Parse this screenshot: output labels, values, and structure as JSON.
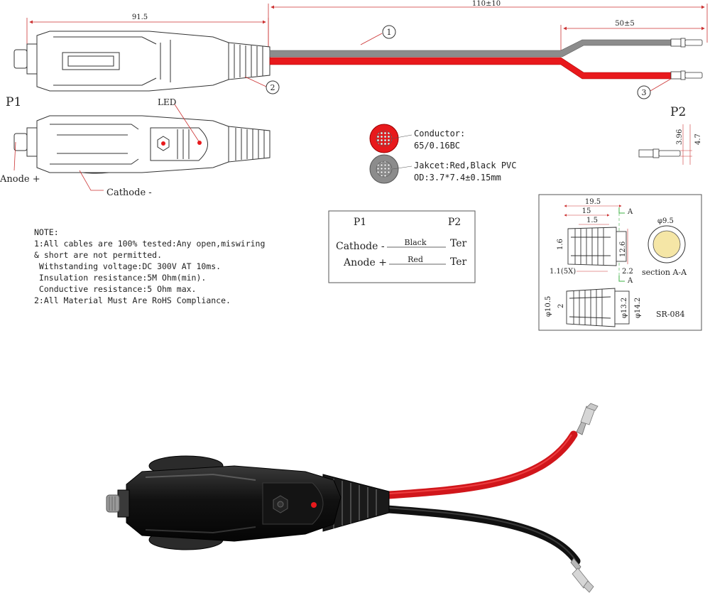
{
  "dimensions": {
    "overall_length": "110±10",
    "plug_length": "91.5",
    "split_length": "50±5",
    "terminal_w1": "3.96",
    "terminal_w2": "4.7"
  },
  "labels": {
    "p1": "P1",
    "p2": "P2",
    "led": "LED",
    "anode": "Anode +",
    "cathode": "Cathode -",
    "callout_1": "1",
    "callout_2": "2",
    "callout_3": "3"
  },
  "cable_spec": {
    "conductor_label": "Conductor:",
    "conductor_value": "65/0.16BC",
    "jacket": "Jakcet:Red,Black PVC",
    "od": "OD:3.7*7.4±0.15mm"
  },
  "notes": {
    "heading": "NOTE:",
    "lines": [
      "1:All cables are 100% tested:Any open,miswiring",
      "& short are not permitted.",
      " Withstanding voltage:DC 300V AT 10ms.",
      " Insulation resistance:5M Ohm(min).",
      " Conductive resistance:5 Ohm max.",
      "2:All Material Must Are RoHS Compliance."
    ]
  },
  "wiring_table": {
    "col_p1": "P1",
    "col_p2": "P2",
    "rows": [
      {
        "p1": "Cathode -",
        "wire": "Black",
        "p2": "Ter"
      },
      {
        "p1": "Anode +",
        "wire": "Red",
        "p2": "Ter"
      }
    ]
  },
  "boot_drawing": {
    "d_19_5": "19.5",
    "d_15": "15",
    "d_1_5": "1.5",
    "d_1_6": "1.6",
    "d_12_6": "12.6",
    "d_1_1": "1.1(5X)",
    "d_2_2": "2.2",
    "d_10_5": "φ10.5",
    "d_2": "2",
    "d_13_2": "φ13.2",
    "d_14_2": "φ14.2",
    "d_9_5": "φ9.5",
    "section_mark": "A",
    "section_label": "section A-A",
    "part_no": "SR-084"
  },
  "colors": {
    "red_wire": "#e8191c",
    "grey_wire": "#8c8c8c",
    "dim_line": "#d23a3a",
    "green_note": "#3cb043",
    "section_fill": "#f5e6a6"
  }
}
